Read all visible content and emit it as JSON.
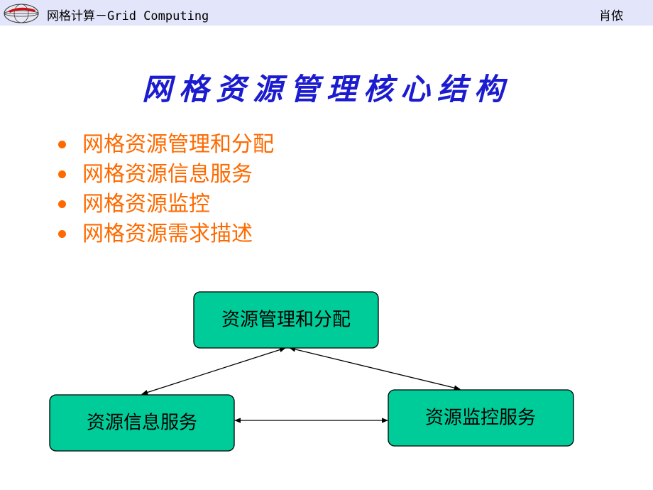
{
  "header": {
    "title": "网格计算－Grid Computing",
    "author": "肖侬"
  },
  "title": "网格资源管理核心结构",
  "bullets": [
    "网格资源管理和分配",
    "网格资源信息服务",
    "网格资源监控",
    "网格资源需求描述"
  ],
  "diagram": {
    "nodes": [
      {
        "id": "alloc",
        "label": "资源管理和分配"
      },
      {
        "id": "info",
        "label": "资源信息服务"
      },
      {
        "id": "monitor",
        "label": "资源监控服务"
      }
    ],
    "edges": [
      {
        "from": "alloc",
        "to": "info",
        "direction": "both"
      },
      {
        "from": "alloc",
        "to": "monitor",
        "direction": "both"
      },
      {
        "from": "info",
        "to": "monitor",
        "direction": "both"
      }
    ]
  },
  "colors": {
    "header_bg": "#e3e6fb",
    "title": "#1b1bd0",
    "bullet_text": "#ff6a00",
    "node_fill": "#00cc99",
    "node_stroke": "#000000"
  }
}
